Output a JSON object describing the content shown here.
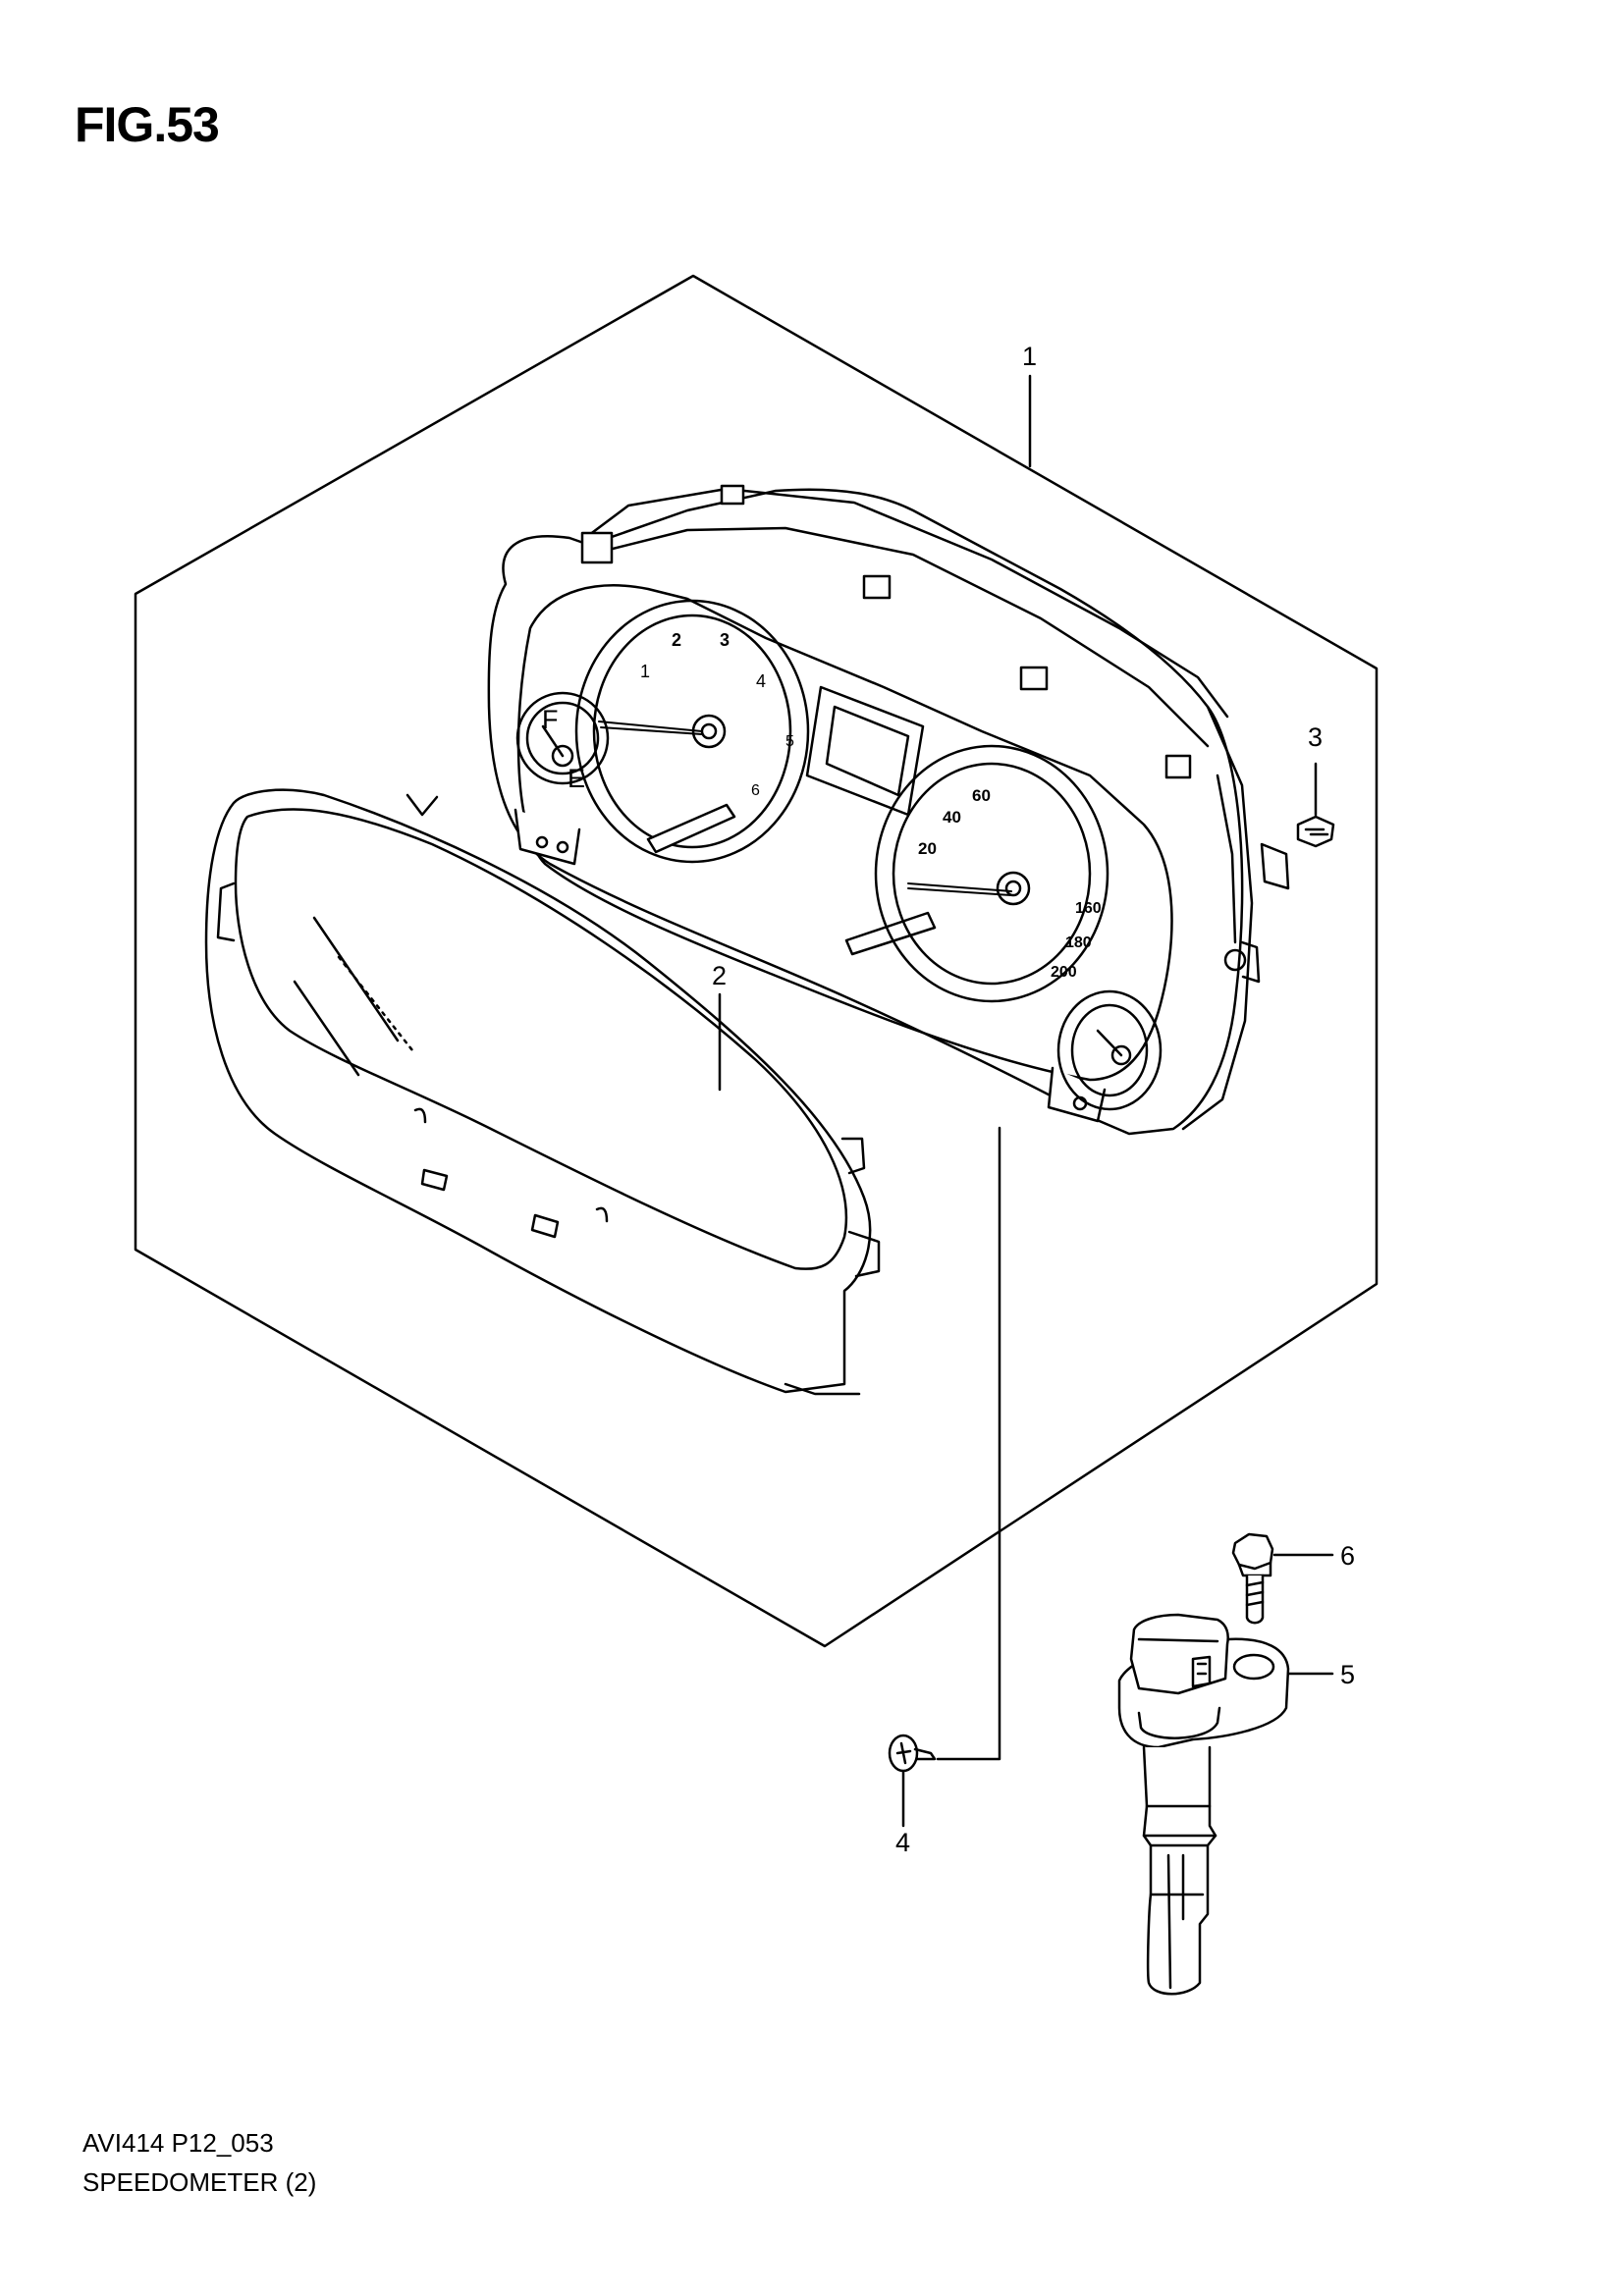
{
  "figure": {
    "title": "FIG.53",
    "code": "AVI414 P12_053",
    "caption": "SPEEDOMETER (2)"
  },
  "callouts": [
    "1",
    "2",
    "3",
    "4",
    "5",
    "6"
  ],
  "dial_labels": {
    "tach": [
      "1",
      "2",
      "3",
      "4",
      "5",
      "6"
    ],
    "speedo": [
      "20",
      "40",
      "60",
      "160",
      "180",
      "200"
    ]
  },
  "colors": {
    "line": "#000000",
    "background": "#ffffff",
    "shade": "#dcdcdc"
  }
}
